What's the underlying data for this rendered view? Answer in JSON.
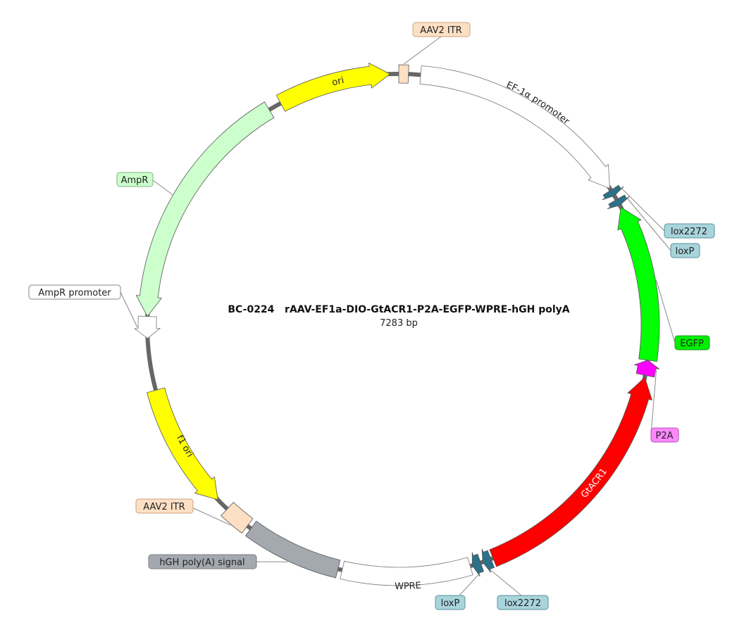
{
  "title": "BC-0224   rAAV-EF1a-DIO-GtACR1-P2A-EGFP-WPRE-hGH polyA",
  "length": "7283 bp",
  "colors": {
    "backbone": "#666666",
    "itr": "#fde0c4",
    "ori": "#ffff00",
    "ampr": "#ccffcc",
    "promoter": "#ffffff",
    "lox": "#2a7189",
    "lox_label": "#a8d4dc",
    "egfp": "#00ff00",
    "p2a": "#ff00ff",
    "gtacr1": "#ff0000",
    "polya": "#a4a9b0"
  },
  "features": [
    {
      "name": "AAV2 ITR",
      "start": 0.0,
      "end": 2.2,
      "shape": "box",
      "color": "#fde0c4",
      "label": "AAV2 ITR",
      "label_pos": "top"
    },
    {
      "name": "EF-1α promoter",
      "start": 5.0,
      "end": 57.0,
      "shape": "arrow",
      "color": "#ffffff",
      "label": "EF-1α promoter",
      "label_pos": "arc"
    },
    {
      "name": "lox2272-1",
      "start": 57.5,
      "end": 59.0,
      "shape": "arrow",
      "color": "#2a7189",
      "label": "lox2272",
      "label_pos": "right"
    },
    {
      "name": "loxP-1",
      "start": 60.0,
      "end": 61.5,
      "shape": "arrow",
      "color": "#2a7189",
      "label": "loxP",
      "label_pos": "right"
    },
    {
      "name": "EGFP",
      "start": 62.0,
      "end": 98.0,
      "shape": "arrow-rev",
      "color": "#00ff00",
      "label": "EGFP",
      "label_pos": "right"
    },
    {
      "name": "P2A",
      "start": 98.0,
      "end": 101.5,
      "shape": "arrow-rev",
      "color": "#ff00ff",
      "label": "P2A",
      "label_pos": "right"
    },
    {
      "name": "GtACR1",
      "start": 102.0,
      "end": 158.0,
      "shape": "arrow-rev",
      "color": "#ff0000",
      "label": "GtACR1",
      "label_pos": "arc-white"
    },
    {
      "name": "lox2272-2",
      "start": 158.5,
      "end": 160.5,
      "shape": "arrow",
      "color": "#2a7189",
      "label": "lox2272",
      "label_pos": "bottom"
    },
    {
      "name": "loxP-2",
      "start": 161.0,
      "end": 163.0,
      "shape": "arrow",
      "color": "#2a7189",
      "label": "loxP",
      "label_pos": "bottom"
    },
    {
      "name": "WPRE",
      "start": 163.5,
      "end": 193.0,
      "shape": "box",
      "color": "#ffffff",
      "label": "WPRE",
      "label_pos": "arc"
    },
    {
      "name": "hGH poly(A) signal",
      "start": 194.0,
      "end": 216.0,
      "shape": "box",
      "color": "#a4a9b0",
      "label": "hGH poly(A) signal",
      "label_pos": "left"
    },
    {
      "name": "AAV2 ITR-2",
      "start": 217.0,
      "end": 223.0,
      "shape": "box",
      "color": "#fde0c4",
      "label": "AAV2 ITR",
      "label_pos": "left"
    },
    {
      "name": "f1 ori",
      "start": 226.0,
      "end": 255.0,
      "shape": "arrow-rev",
      "color": "#ffff00",
      "label": "f1 ori",
      "label_pos": "arc"
    },
    {
      "name": "AmpR promoter",
      "start": 267.0,
      "end": 272.0,
      "shape": "arrow-rev",
      "color": "#ffffff",
      "label": "AmpR promoter",
      "label_pos": "left"
    },
    {
      "name": "AmpR",
      "start": 272.0,
      "end": 329.0,
      "shape": "arrow-rev",
      "color": "#ccffcc",
      "label": "AmpR",
      "label_pos": "left"
    },
    {
      "name": "ori",
      "start": 332.0,
      "end": 358.0,
      "shape": "arrow",
      "color": "#ffff00",
      "label": "ori",
      "label_pos": "arc"
    }
  ],
  "labels": {
    "itr_top": "AAV2 ITR",
    "ef1a": "EF-1α promoter",
    "lox2272_right": "lox2272",
    "loxp_right": "loxP",
    "egfp": "EGFP",
    "p2a": "P2A",
    "gtacr1": "GtACR1",
    "lox2272_bottom": "lox2272",
    "loxp_bottom": "loxP",
    "wpre": "WPRE",
    "hgh": "hGH poly(A) signal",
    "itr_left": "AAV2 ITR",
    "f1ori": "f1 ori",
    "ampr_promoter": "AmpR promoter",
    "ampr": "AmpR",
    "ori": "ori"
  }
}
